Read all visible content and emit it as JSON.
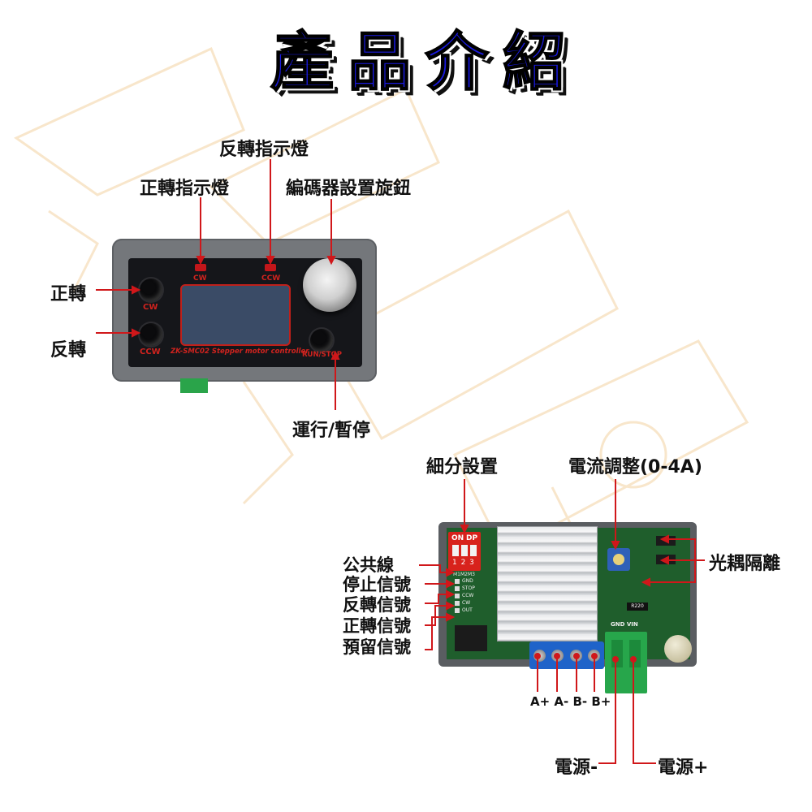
{
  "title": [
    "產",
    "品",
    "介",
    "紹"
  ],
  "controller": {
    "labels": {
      "reverse_led": "反轉指示燈",
      "forward_led": "正轉指示燈",
      "encoder": "編碼器設置旋鈕",
      "forward": "正轉",
      "reverse": "反轉",
      "run_stop": "運行/暫停"
    },
    "panel_text": {
      "cw_led": "CW",
      "ccw_led": "CCW",
      "cw_btn": "CW",
      "ccw_btn": "CCW",
      "run_stop_btn": "RUN/STOP",
      "model": "ZK-SMC02  Stepper motor controller"
    }
  },
  "board": {
    "labels": {
      "microstep": "細分設置",
      "current": "電流調整(0-4A)",
      "optocoupler": "光耦隔離",
      "common": "公共線",
      "stop_signal": "停止信號",
      "reverse_signal": "反轉信號",
      "forward_signal": "正轉信號",
      "reserved_signal": "預留信號",
      "motor_terminals": "A+ A- B- B+",
      "power_neg": "電源-",
      "power_pos": "電源+"
    },
    "silkscreen": {
      "dip_on": "ON",
      "dip_dp": "DP",
      "dip_nums": "1 2 3",
      "ms_header": "M1M2M3",
      "pins": [
        "GND",
        "STOP",
        "CCW",
        "CW",
        "OUT"
      ],
      "r220": "R220",
      "gnd_vin": "GND VIN"
    }
  },
  "colors": {
    "title_fill": "#1a1adf",
    "leader_red": "#d0171a",
    "panel_red": "#d0231e",
    "pcb_green": "#1f5e2c",
    "terminal_blue": "#1f63c9",
    "terminal_green": "#27a64b"
  }
}
